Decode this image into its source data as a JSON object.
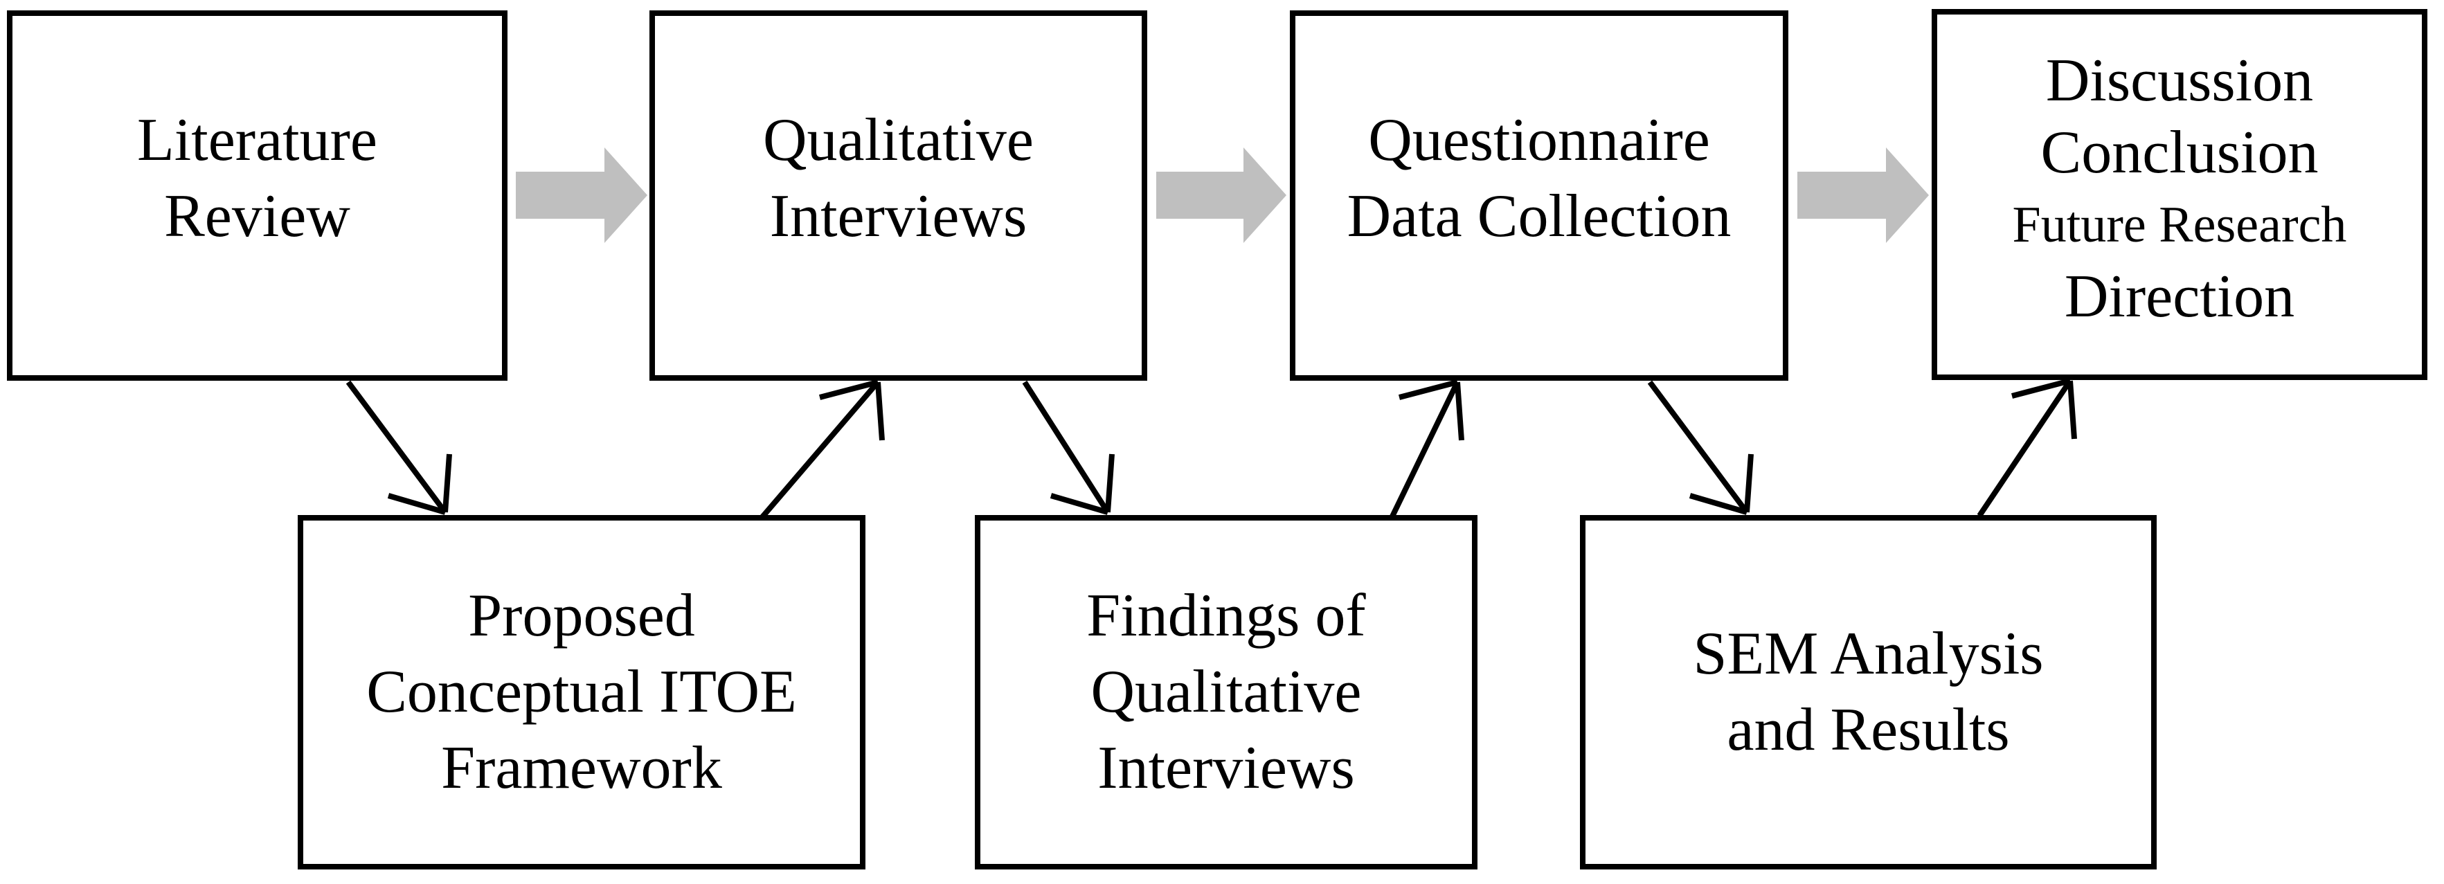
{
  "figure": {
    "colors": {
      "background": "#ffffff",
      "box_border": "#000000",
      "text": "#000000",
      "flow_arrow_fill": "#bfbfbf",
      "link_arrow_stroke": "#000000"
    },
    "top_row": [
      {
        "id": "literature-review",
        "lines": [
          "Literature",
          "Review"
        ]
      },
      {
        "id": "qualitative-interviews",
        "lines": [
          "Qualitative",
          "Interviews"
        ]
      },
      {
        "id": "questionnaire-data-collection",
        "lines": [
          "Questionnaire",
          "Data Collection"
        ]
      },
      {
        "id": "discussion-conclusion",
        "lines": [
          "Discussion",
          "Conclusion",
          "Future Research",
          "Direction"
        ]
      }
    ],
    "bottom_row": [
      {
        "id": "proposed-conceptual-itoe-framework",
        "lines": [
          "Proposed",
          "Conceptual ITOE",
          "Framework"
        ]
      },
      {
        "id": "findings-of-qualitative-interviews",
        "lines": [
          "Findings of",
          "Qualitative",
          "Interviews"
        ]
      },
      {
        "id": "sem-analysis-and-results",
        "lines": [
          "SEM Analysis",
          "and Results"
        ]
      }
    ],
    "connections": [
      {
        "from": "Literature Review",
        "to": "Qualitative Interviews",
        "style": "gray-block-arrow"
      },
      {
        "from": "Qualitative Interviews",
        "to": "Questionnaire Data Collection",
        "style": "gray-block-arrow"
      },
      {
        "from": "Questionnaire Data Collection",
        "to": "Discussion Conclusion",
        "style": "gray-block-arrow"
      },
      {
        "from": "Literature Review",
        "to": "Proposed Conceptual ITOE Framework",
        "style": "thin-diagonal-arrow"
      },
      {
        "from": "Proposed Conceptual ITOE Framework",
        "to": "Qualitative Interviews",
        "style": "thin-diagonal-arrow"
      },
      {
        "from": "Qualitative Interviews",
        "to": "Findings of Qualitative Interviews",
        "style": "thin-diagonal-arrow"
      },
      {
        "from": "Findings of Qualitative Interviews",
        "to": "Questionnaire Data Collection",
        "style": "thin-diagonal-arrow"
      },
      {
        "from": "Questionnaire Data Collection",
        "to": "SEM Analysis and Results",
        "style": "thin-diagonal-arrow"
      },
      {
        "from": "SEM Analysis and Results",
        "to": "Discussion Conclusion",
        "style": "thin-diagonal-arrow"
      }
    ]
  }
}
